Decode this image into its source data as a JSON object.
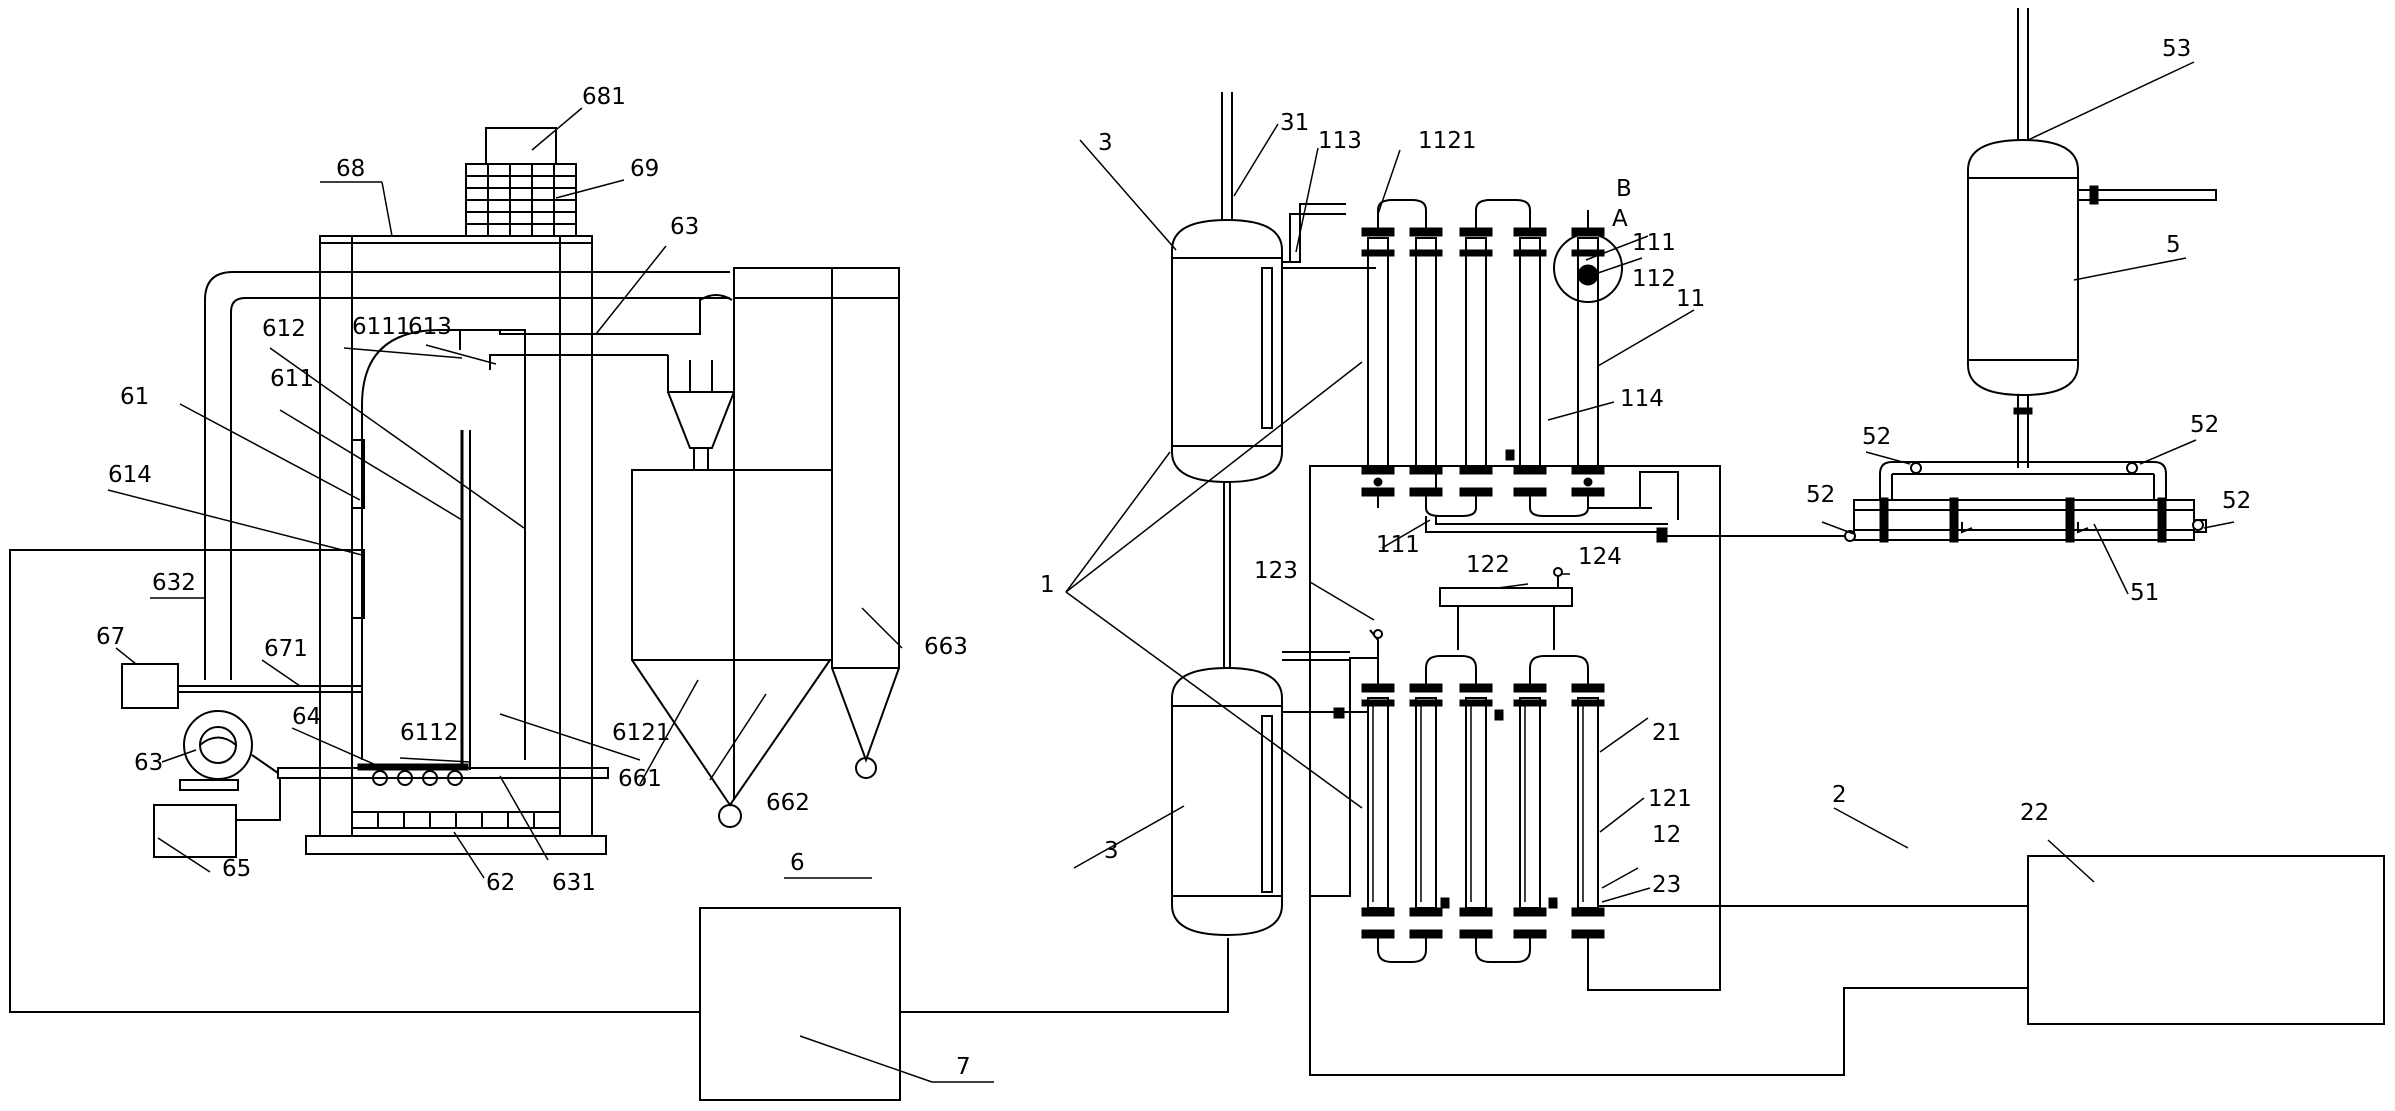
{
  "labels": {
    "l681": "681",
    "l68": "68",
    "l69": "69",
    "l63a": "63",
    "l612": "612",
    "l6111": "6111",
    "l613": "613",
    "l611": "611",
    "l61": "61",
    "l614": "614",
    "l632": "632",
    "l67": "67",
    "l671": "671",
    "l64": "64",
    "l6112": "6112",
    "l6121": "6121",
    "l63b": "63",
    "l65": "65",
    "l62": "62",
    "l631": "631",
    "l661": "661",
    "l662": "662",
    "l663": "663",
    "l6": "6",
    "l7": "7",
    "l3a": "3",
    "l31": "31",
    "l113": "113",
    "l1121": "1121",
    "lB": "B",
    "lA": "A",
    "l111a": "111",
    "l112": "112",
    "l11": "11",
    "l114": "114",
    "l1": "1",
    "l111b": "111",
    "l122": "122",
    "l124": "124",
    "l123": "123",
    "l3b": "3",
    "l21": "21",
    "l121": "121",
    "l12": "12",
    "l23": "23",
    "l2": "2",
    "l22": "22",
    "l53": "53",
    "l5": "5",
    "l52a": "52",
    "l52b": "52",
    "l52c": "52",
    "l52d": "52",
    "l51": "51"
  }
}
